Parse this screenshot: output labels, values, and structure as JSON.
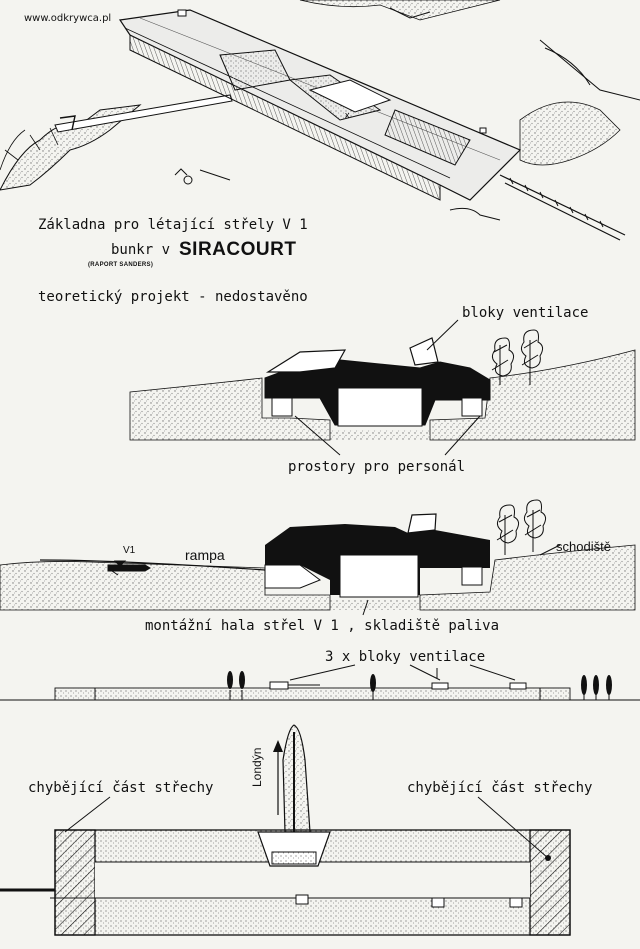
{
  "watermark": "www.odkrywca.pl",
  "title": {
    "line1": "Základna pro létající střely V 1",
    "bunker_prefix": "bunkr v",
    "bunker_name": "SIRACOURT",
    "source": "(RAPORT SANDERS)"
  },
  "subtitle": "teoretický projekt - nedostavěno",
  "section1": {
    "ventilation_label": "bloky ventilace",
    "personnel_label": "prostory pro personál"
  },
  "section2": {
    "v1_label": "V1",
    "ramp_label": "rampa",
    "stairs_label": "schodiště",
    "hall_label": "montážní hala střel V 1 , skladiště paliva"
  },
  "section3": {
    "ventilation_label": "3 x bloky ventilace"
  },
  "section4": {
    "missing_roof_left": "chybějící část střechy",
    "missing_roof_right": "chybějící část střechy",
    "direction_label": "Londýn"
  },
  "colors": {
    "ink": "#111111",
    "paper": "#f4f4f0",
    "stipple": "#9a9a94"
  }
}
